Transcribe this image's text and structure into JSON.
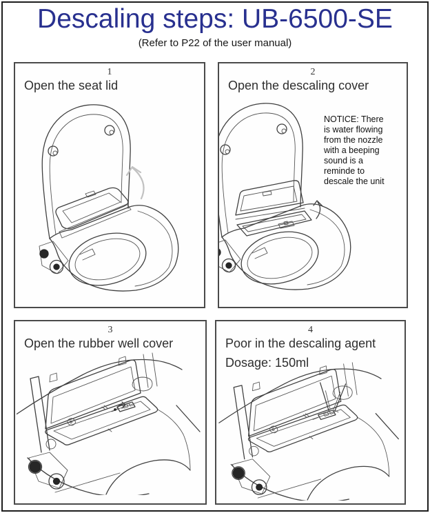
{
  "page": {
    "title": "Descaling steps: UB-6500-SE",
    "subtitle": "(Refer to P22 of the user manual)",
    "title_color": "#28308f",
    "border_color": "#1c1c1c"
  },
  "style": {
    "panel_border_color": "#4a4a4a",
    "line_art_color": "#3f3f3f",
    "arrow_gray": "#c2c2c2"
  },
  "icons": {
    "open_lid_arrow": "curved-up-arrow",
    "open_cover_arrow": "small-curved-up-arrow",
    "lift_plug_arrow": "tiny-curved-arrow",
    "pour_stream": "converging-pour-lines"
  },
  "panels": [
    {
      "number": "1",
      "label": "Open the seat lid"
    },
    {
      "number": "2",
      "label": "Open the descaling cover",
      "notice": "NOTICE: There\nis water flowing\nfrom the nozzle\nwith a beeping\nsound is a\nreminde to\ndescale the unit"
    },
    {
      "number": "3",
      "label": "Open the rubber well cover"
    },
    {
      "number": "4",
      "label": "Poor in the descaling agent",
      "dosage": "Dosage: 150ml"
    }
  ]
}
